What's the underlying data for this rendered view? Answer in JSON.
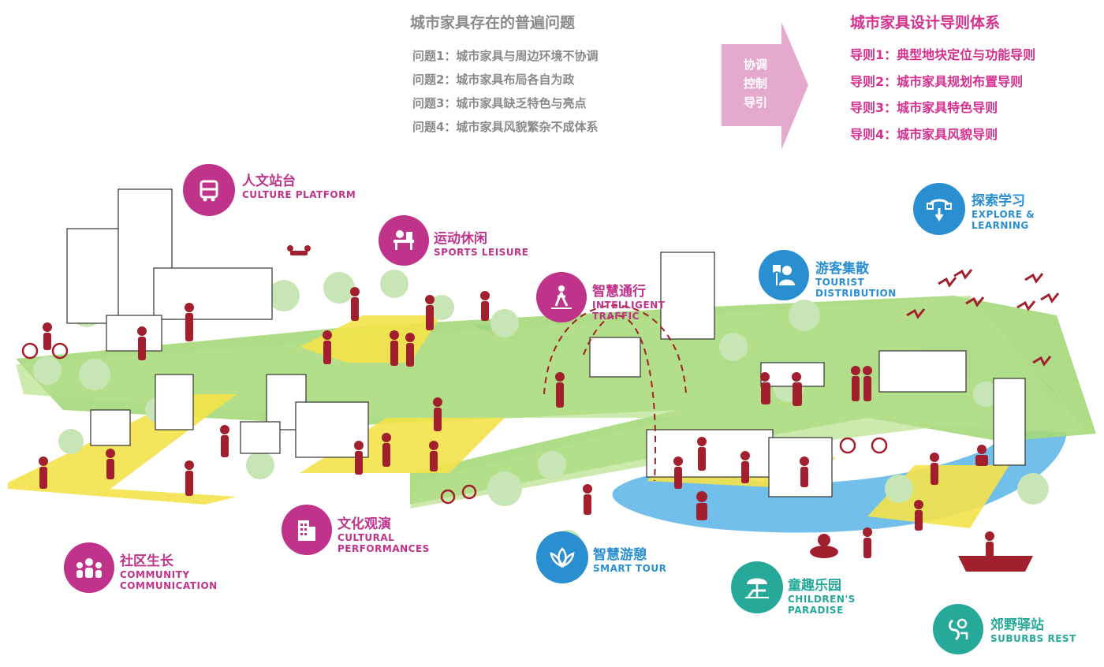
{
  "problems": {
    "title": "城市家具存在的普遍问题",
    "items": [
      "问题1：城市家具与周边环境不协调",
      "问题2：城市家具布局各自为政",
      "问题3：城市家具缺乏特色与亮点",
      "问题4：城市家具风貌繁杂不成体系"
    ]
  },
  "arrow": {
    "lines": [
      "协调",
      "控制",
      "导引"
    ],
    "color": "#e5a9cf"
  },
  "guidelines": {
    "title": "城市家具设计导则体系",
    "items": [
      "导则1：典型地块定位与功能导则",
      "导则2：城市家具规划布置导则",
      "导则3：城市家具特色导则",
      "导则4：城市家具风貌导则"
    ]
  },
  "zones": [
    {
      "cn": "人文站台",
      "en": [
        "CULTURE PLATFORM"
      ],
      "icon": "bus-icon",
      "color": "#c0338a"
    },
    {
      "cn": "运动休闲",
      "en": [
        "SPORTS LEISURE"
      ],
      "icon": "bench-icon",
      "color": "#c0338a"
    },
    {
      "cn": "智慧通行",
      "en": [
        "INTELLIGENT",
        "TRAFFIC"
      ],
      "icon": "pedestrian-crossing-icon",
      "color": "#c0338a"
    },
    {
      "cn": "探索学习",
      "en": [
        "EXPLORE &",
        "LEARNING"
      ],
      "icon": "touch-learning-icon",
      "color": "#2a8fd0"
    },
    {
      "cn": "游客集散",
      "en": [
        "TOURIST",
        "DISTRIBUTION"
      ],
      "icon": "tourist-icon",
      "color": "#2a8fd0"
    },
    {
      "cn": "社区生长",
      "en": [
        "COMMUNITY",
        "COMMUNICATION"
      ],
      "icon": "community-icon",
      "color": "#c0338a"
    },
    {
      "cn": "文化观演",
      "en": [
        "CULTURAL",
        "PERFORMANCES"
      ],
      "icon": "building-icon",
      "color": "#c0338a"
    },
    {
      "cn": "智慧游憩",
      "en": [
        "SMART TOUR"
      ],
      "icon": "lotus-icon",
      "color": "#2a8fd0"
    },
    {
      "cn": "童趣乐园",
      "en": [
        "CHILDREN'S",
        "PARADISE"
      ],
      "icon": "beach-chair-icon",
      "color": "#27a99a"
    },
    {
      "cn": "郊野驿站",
      "en": [
        "SUBURBS REST"
      ],
      "icon": "rest-station-icon",
      "color": "#27a99a"
    }
  ],
  "colors": {
    "green": "#a6d87a",
    "yellow": "#f4e24a",
    "river": "#5ab4e8",
    "people": "#a21f2e",
    "tree": "#c8e6b5"
  }
}
